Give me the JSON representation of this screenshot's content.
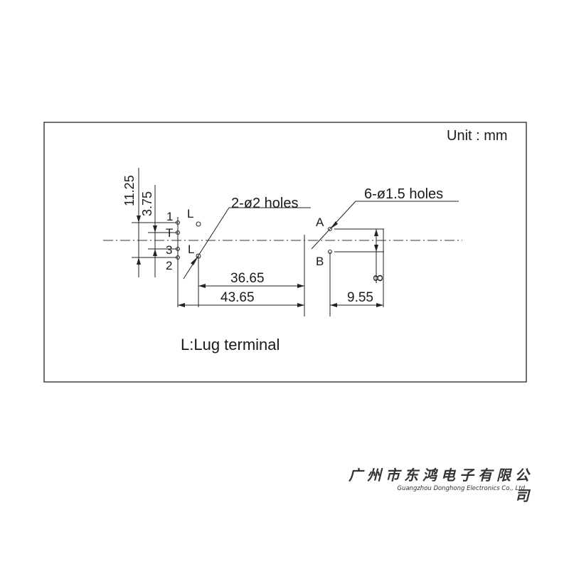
{
  "drawing": {
    "unit_label": "Unit : mm",
    "pin_numbers": [
      "1",
      "T",
      "3",
      "2"
    ],
    "lug_markers": [
      "L",
      "L"
    ],
    "hole_labels_small": [
      "A",
      "B"
    ],
    "callouts": {
      "lug_holes": "2-ø2 holes",
      "pin_holes": "6-ø1.5 holes"
    },
    "dimensions": {
      "height_total": "11.25",
      "pin_pitch": "3.75",
      "lug_to_ab": "36.65",
      "total_span": "43.65",
      "ab_to_edge": "9.55",
      "ab_spacing": "8"
    },
    "legend": "L:Lug terminal"
  },
  "watermark": {
    "company_cn": "广州市东鸿电子有限公司",
    "company_en": "Guangzhou Donghong Electronics Co., Ltd"
  }
}
